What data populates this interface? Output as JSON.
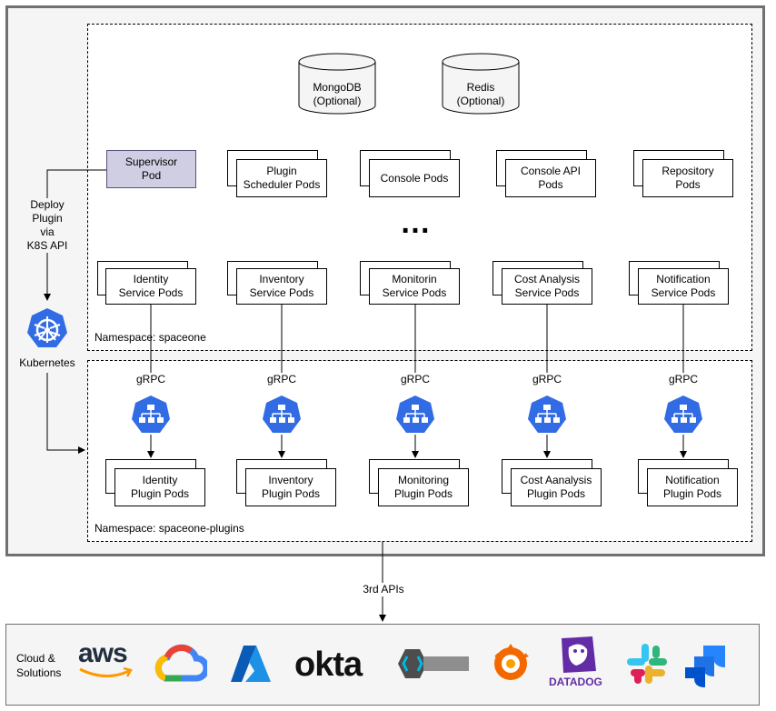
{
  "cluster": {
    "namespace_spaceone": "Namespace: spaceone",
    "namespace_plugins": "Namespace: spaceone-plugins",
    "databases": [
      {
        "label": "MongoDB\n(Optional)"
      },
      {
        "label": "Redis\n(Optional)"
      }
    ],
    "supervisor": "Supervisor\nPod",
    "core_pods": [
      {
        "label": "Plugin\nScheduler Pods"
      },
      {
        "label": "Console Pods"
      },
      {
        "label": "Console API\nPods"
      },
      {
        "label": "Repository\nPods"
      }
    ],
    "ellipsis": "…",
    "service_pods": [
      {
        "label": "Identity\nService Pods"
      },
      {
        "label": "Inventory\nService Pods"
      },
      {
        "label": "Monitorin\nService Pods"
      },
      {
        "label": "Cost Analysis\nService Pods"
      },
      {
        "label": "Notification\nService Pods"
      }
    ],
    "grpc_label": "gRPC",
    "plugin_pods": [
      {
        "label": "Identity\nPlugin Pods"
      },
      {
        "label": "Inventory\nPlugin Pods"
      },
      {
        "label": "Monitoring\nPlugin Pods"
      },
      {
        "label": "Cost Aanalysis\nPlugin Pods"
      },
      {
        "label": "Notification\nPlugin Pods"
      }
    ],
    "deploy_label": "Deploy\nPlugin\nvia\nK8S API",
    "kubernetes_label": "Kubernetes",
    "colors": {
      "k8s_blue": "#326ce5",
      "supervisor_fill": "#d0cee2",
      "frame_gray": "#707070"
    }
  },
  "third_apis_label": "3rd APIs",
  "solutions": {
    "title": "Cloud &\nSolutions",
    "logos": [
      {
        "name": "aws",
        "text": "aws"
      },
      {
        "name": "google-cloud",
        "text": ""
      },
      {
        "name": "azure",
        "text": ""
      },
      {
        "name": "okta",
        "text": "okta"
      },
      {
        "name": "keycloak",
        "text": ""
      },
      {
        "name": "grafana",
        "text": ""
      },
      {
        "name": "datadog",
        "text": "DATADOG"
      },
      {
        "name": "slack",
        "text": ""
      },
      {
        "name": "jira",
        "text": ""
      }
    ]
  }
}
